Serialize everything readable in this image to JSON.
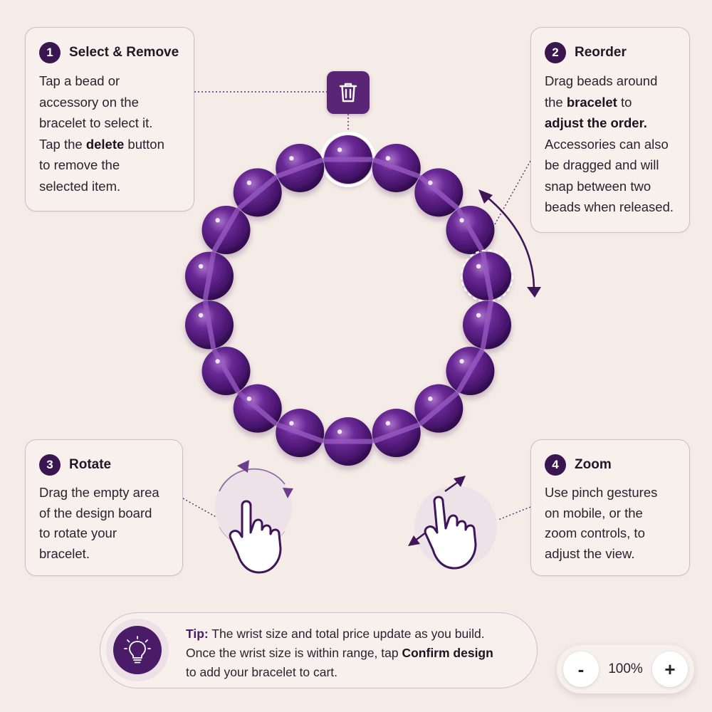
{
  "cards": {
    "select": {
      "number": "1",
      "title": "Select & Remove",
      "text": [
        "Tap a bead or",
        "accessory on the",
        "bracelet to select it.",
        "Tap the ",
        "delete",
        " button",
        "to remove the",
        "selected item."
      ]
    },
    "reorder": {
      "number": "2",
      "title": "Reorder",
      "text": [
        "Drag beads around",
        "the ",
        "bracelet",
        " to",
        "adjust the order.",
        "Accessories can also",
        "be dragged and will",
        "snap between two",
        "beads when released."
      ]
    },
    "rotate": {
      "number": "3",
      "title": "Rotate",
      "text": [
        "Drag the empty area",
        "of the design board",
        "to rotate your",
        "bracelet."
      ]
    },
    "zoom": {
      "number": "4",
      "title": "Zoom",
      "text": [
        "Use pinch gestures",
        "on mobile, or the",
        "zoom controls, to",
        "adjust the view."
      ]
    }
  },
  "tip": {
    "label": "Tip:",
    "line1": " The wrist size and total price update as you build.",
    "line2a": "Once the wrist size is within range, tap ",
    "line2b": "Confirm design",
    "line3": "to add your bracelet to cart."
  },
  "zoom_controls": {
    "minus": "-",
    "value": "100%",
    "plus": "+"
  },
  "icons": {
    "trash": "trash-icon",
    "lightbulb": "lightbulb-icon",
    "rotate_gesture": "rotate-gesture-icon",
    "pinch_gesture": "pinch-gesture-icon"
  },
  "bracelet": {
    "bead_count": 18,
    "bead_color": "#5b2285",
    "selected_bead_ring": "#ffffff",
    "accent": "#4a1b66"
  }
}
